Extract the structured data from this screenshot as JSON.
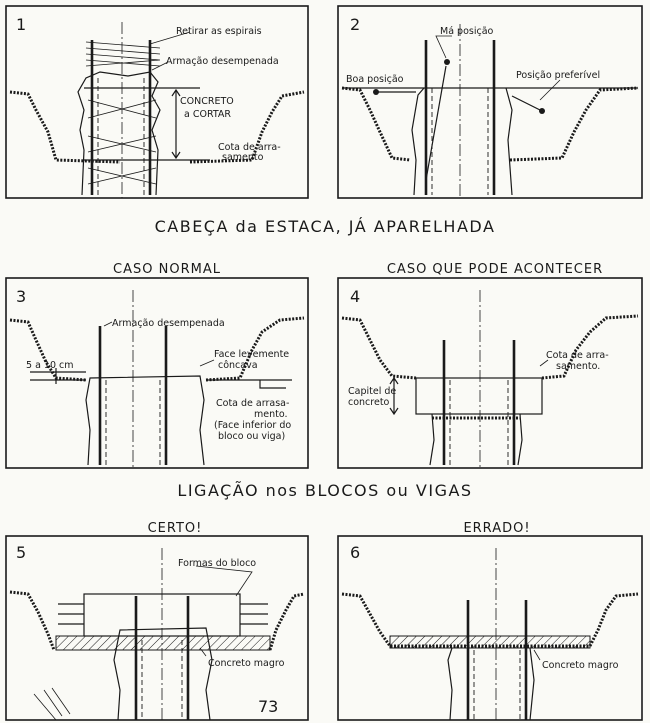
{
  "headings": {
    "cabeca": "CABEÇA da ESTACA, JÁ APARELHADA",
    "ligacao": "LIGAÇÃO nos BLOCOS ou VIGAS"
  },
  "panels": {
    "p1": {
      "number": "1",
      "labels": {
        "retirar": "Retirar as espirais",
        "armacao": "Armação desempenada",
        "concreto": "CONCRETO",
        "cortar": "a CORTAR",
        "cota1": "Cota de arra-",
        "cota2": "samento"
      }
    },
    "p2": {
      "number": "2",
      "labels": {
        "ma": "Má posição",
        "boa": "Boa posição",
        "preferivel": "Posição preferível"
      }
    },
    "p3": {
      "number": "3",
      "caption": "CASO NORMAL",
      "labels": {
        "armacao": "Armação desempenada",
        "face1": "Face levemente",
        "face2": "côncava",
        "dist": "5 a 10 cm",
        "cota1": "Cota de arrasa-",
        "cota2": "mento.",
        "cota3": "(Face inferior do",
        "cota4": "bloco ou viga)"
      }
    },
    "p4": {
      "number": "4",
      "caption": "CASO QUE PODE ACONTECER",
      "labels": {
        "cota1": "Cota de arra-",
        "cota2": "samento.",
        "capitel1": "Capitel de",
        "capitel2": "concreto"
      }
    },
    "p5": {
      "number": "5",
      "caption": "CERTO!",
      "labels": {
        "formas": "Formas do bloco",
        "magro": "Concreto magro"
      }
    },
    "p6": {
      "number": "6",
      "caption": "ERRADO!",
      "labels": {
        "magro": "Concreto magro"
      }
    }
  },
  "page_number": "73"
}
